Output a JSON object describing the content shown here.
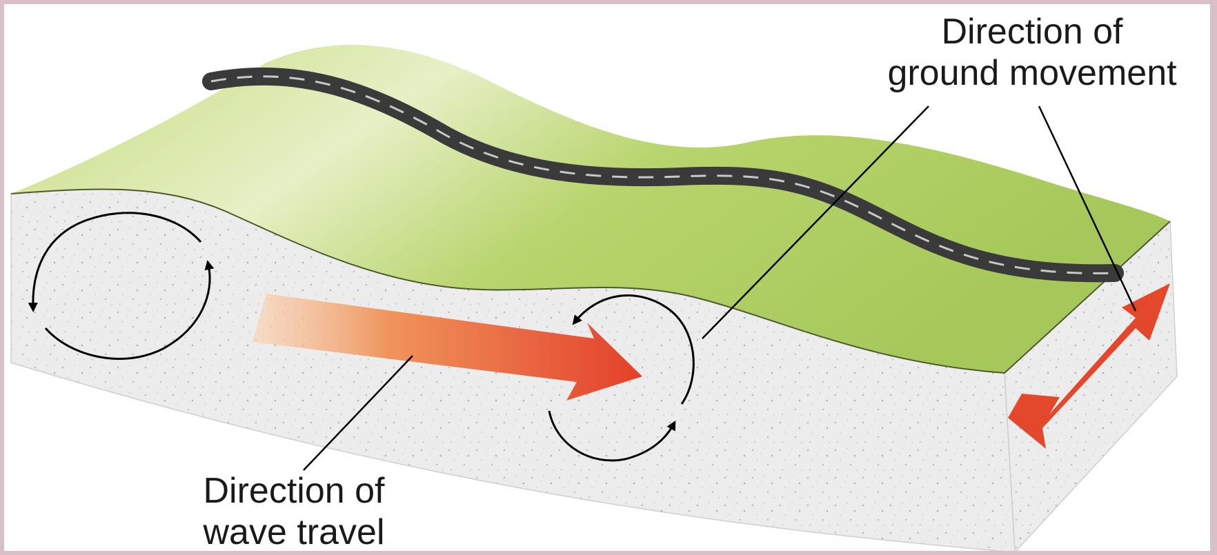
{
  "labels": {
    "ground_movement": {
      "line1": "Direction of",
      "line2": "ground movement"
    },
    "wave_travel": {
      "line1": "Direction of",
      "line2": "wave travel"
    }
  },
  "colors": {
    "grass": "#b4d16a",
    "grass_light": "#e4efc4",
    "road": "#3a3a3a",
    "road_marking": "#c8c8c8",
    "soil": "#e9e9e9",
    "arrow": "#e3482a",
    "arrow_fade": "#f6c4a0",
    "line": "#000000",
    "border": "#d8c0c8"
  },
  "icons": {
    "travel_arrow": "right-arrow-icon",
    "movement_arrow": "double-arrow-icon",
    "rotation_arrows": "circular-arrow-icon"
  }
}
